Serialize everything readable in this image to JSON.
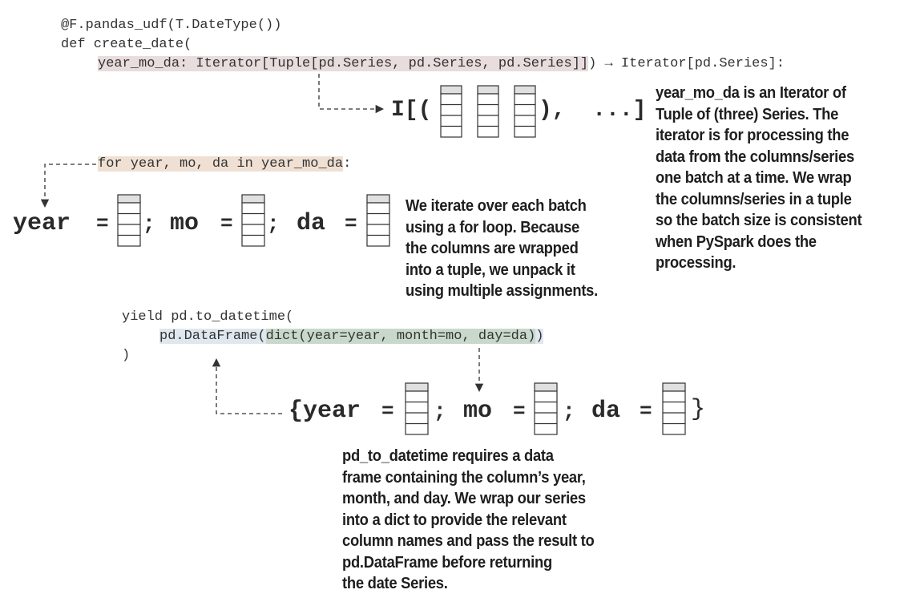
{
  "code": {
    "line1": "@F.pandas_udf(T.DateType())",
    "line2": "def create_date(",
    "line3_arg": "year_mo_da: Iterator[Tuple[pd.Series, pd.Series, pd.Series]]",
    "line3_ret": ") → Iterator[pd.Series]:",
    "line4_loop": "for year, mo, da in year_mo_da",
    "line4_colon": ":",
    "line5": "yield pd.to_datetime(",
    "line6_a": "pd.DataFrame(",
    "line6_b": "dict(year=year, month=mo, day=da)",
    "line6_c": ")",
    "line7": ")"
  },
  "diagram": {
    "iter_prefix": "I[(",
    "iter_comma": ",",
    "iter_close": "),  ...]",
    "year": "year",
    "mo": "mo",
    "da": "da",
    "equals": "=",
    "semicolon": ";",
    "brace_open": "{year",
    "brace_close": "}"
  },
  "notes": {
    "iterator": "year_mo_da is an Iterator of\nTuple of (three) Series. The\niterator is for processing the\ndata from the columns/series\none batch at a time. We wrap\nthe columns/series in a tuple\nso the batch size is consistent\nwhen PySpark does the\nprocessing.",
    "loop": "We iterate over each batch\nusing a for loop. Because\nthe columns are wrapped\ninto a tuple, we unpack it\nusing multiple assignments.",
    "datetime": "pd_to_datetime requires a data\nframe containing the column’s year,\nmonth, and day. We wrap our series\ninto a dict to provide the relevant\ncolumn names and pass the result to\npd.DataFrame before returning\nthe date Series."
  }
}
